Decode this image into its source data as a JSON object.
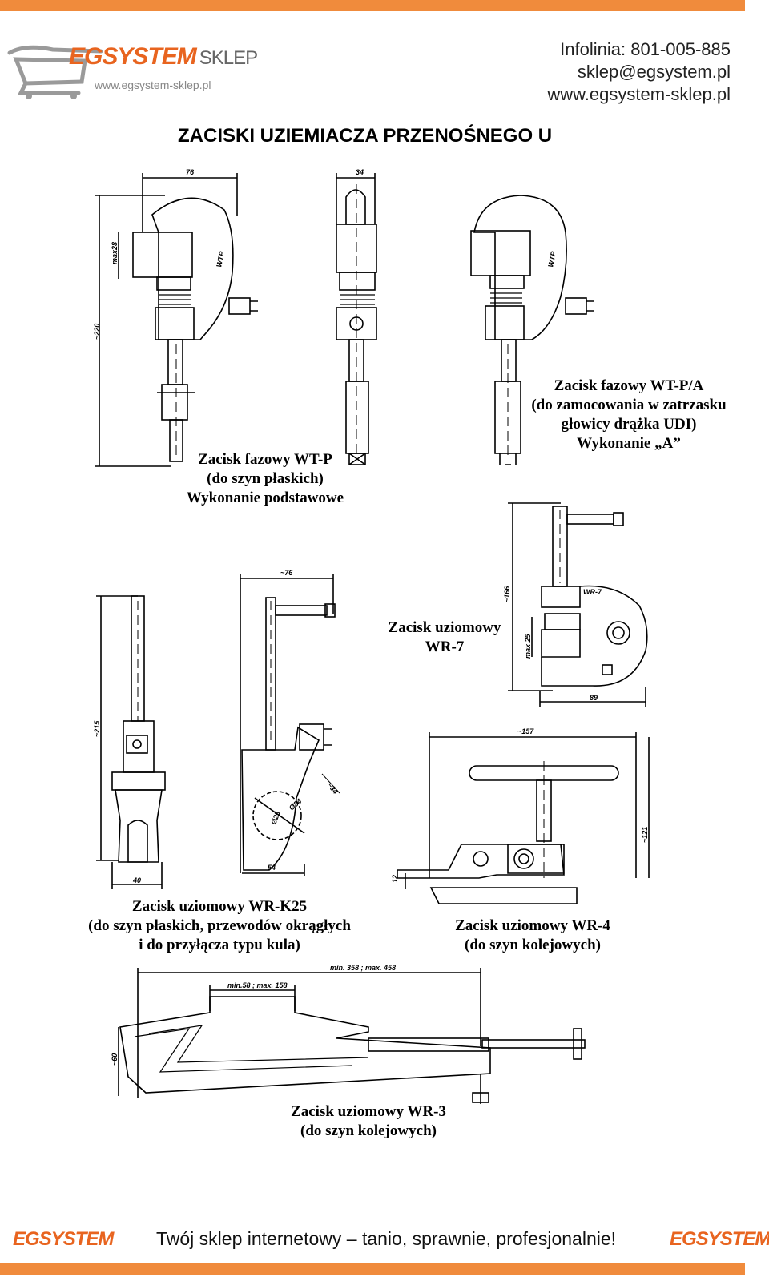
{
  "header": {
    "logo_brand": "EGSYSTEM",
    "logo_shop": "SKLEP",
    "logo_url": "www.egsystem-sklep.pl",
    "phone": "Infolinia: 801-005-885",
    "email": "sklep@egsystem.pl",
    "website": "www.egsystem-sklep.pl"
  },
  "title": "ZACISKI UZIEMIACZA PRZENOŚNEGO U",
  "captions": {
    "wtp": [
      "Zacisk fazowy  WT-P",
      "(do szyn płaskich)",
      "Wykonanie podstawowe"
    ],
    "wtpa": [
      "Zacisk fazowy WT-P/A",
      "(do zamocowania w zatrzasku",
      "głowicy drążka UDI)",
      "Wykonanie „A”"
    ],
    "wr7": [
      "Zacisk uziomowy",
      "WR-7"
    ],
    "wrk25": [
      "Zacisk uziomowy  WR-K25",
      "(do szyn płaskich, przewodów okrągłych",
      "i do przyłącza typu kula)"
    ],
    "wr4": [
      "Zacisk uziomowy WR-4",
      "(do szyn kolejowych)"
    ],
    "wr3": [
      "Zacisk uziomowy WR-3",
      "(do szyn kolejowych)"
    ]
  },
  "dimensions": {
    "wtp_width": "76",
    "wtp_height": "~220",
    "wtp_jaw": "max28",
    "wtp_side_width": "34",
    "wtp_mark": "WTP",
    "wr7_height": "~166",
    "wr7_jaw": "max 25",
    "wr7_width": "89",
    "wr7_mark": "WR-7",
    "wrk25_height": "~215",
    "wrk25_base": "40",
    "wrk25_handle": "~76",
    "wrk25_width": "54",
    "wrk25_angle": "~34",
    "wrk25_d1": "Ø25",
    "wrk25_d2": "Ø34",
    "wr4_width": "~157",
    "wr4_height": "~121",
    "wr4_jaw": "12",
    "wr3_range": "min. 358 ; max. 458",
    "wr3_jaw": "min.58  ;  max. 158",
    "wr3_height": "~60"
  },
  "footer": {
    "slogan": "Twój sklep internetowy – tanio, sprawnie, profesjonalnie!",
    "logo_left": "EGSYSTEM",
    "logo_right": "EGSYSTEM"
  },
  "colors": {
    "brand_orange": "#f08b3c",
    "logo_orange": "#e8641f"
  }
}
